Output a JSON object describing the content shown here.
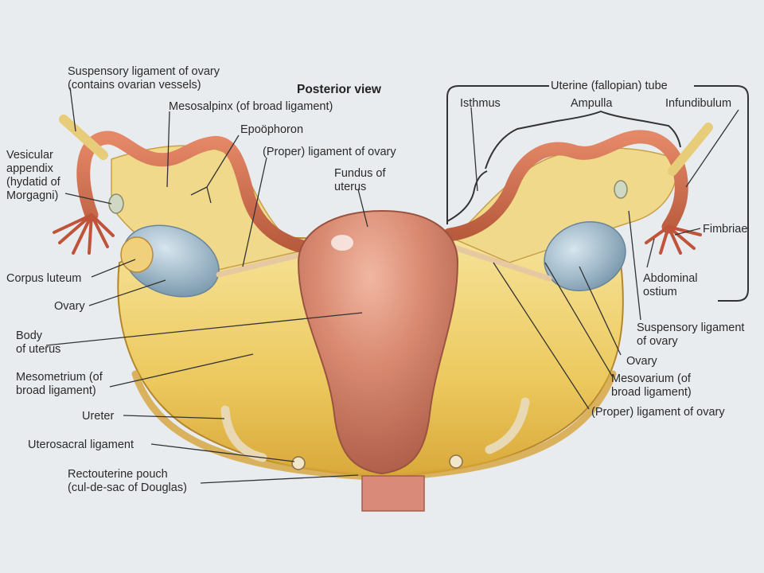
{
  "title": "Posterior view",
  "labels": {
    "suspensory_left": [
      "Suspensory ligament of ovary",
      "(contains ovarian vessels)"
    ],
    "mesosalpinx": [
      "Mesosalpinx (of broad ligament)"
    ],
    "epoophoron": [
      "Epoöphoron"
    ],
    "proper_ligament_top": [
      "(Proper) ligament of ovary"
    ],
    "fundus": [
      "Fundus of",
      "uterus"
    ],
    "vesicular_appendix": [
      "Vesicular",
      "appendix",
      "(hydatid of",
      "Morgagni)"
    ],
    "corpus_luteum": [
      "Corpus luteum"
    ],
    "ovary_left": [
      "Ovary"
    ],
    "body_uterus": [
      "Body",
      "of uterus"
    ],
    "mesometrium": [
      "Mesometrium (of",
      "broad ligament)"
    ],
    "ureter": [
      "Ureter"
    ],
    "uterosacral": [
      "Uterosacral ligament"
    ],
    "rectouterine": [
      "Rectouterine pouch",
      "(cul-de-sac of Douglas)"
    ],
    "uterine_tube": [
      "Uterine (fallopian) tube"
    ],
    "isthmus": [
      "Isthmus"
    ],
    "ampulla": [
      "Ampulla"
    ],
    "infundibulum": [
      "Infundibulum"
    ],
    "fimbriae": [
      "Fimbriae"
    ],
    "abdominal_ostium": [
      "Abdominal",
      "ostium"
    ],
    "suspensory_right": [
      "Suspensory ligament",
      "of ovary"
    ],
    "ovary_right": [
      "Ovary"
    ],
    "mesovarium": [
      "Mesovarium (of",
      "broad ligament)"
    ],
    "proper_ligament_bottom": [
      "(Proper) ligament of ovary"
    ]
  }
}
